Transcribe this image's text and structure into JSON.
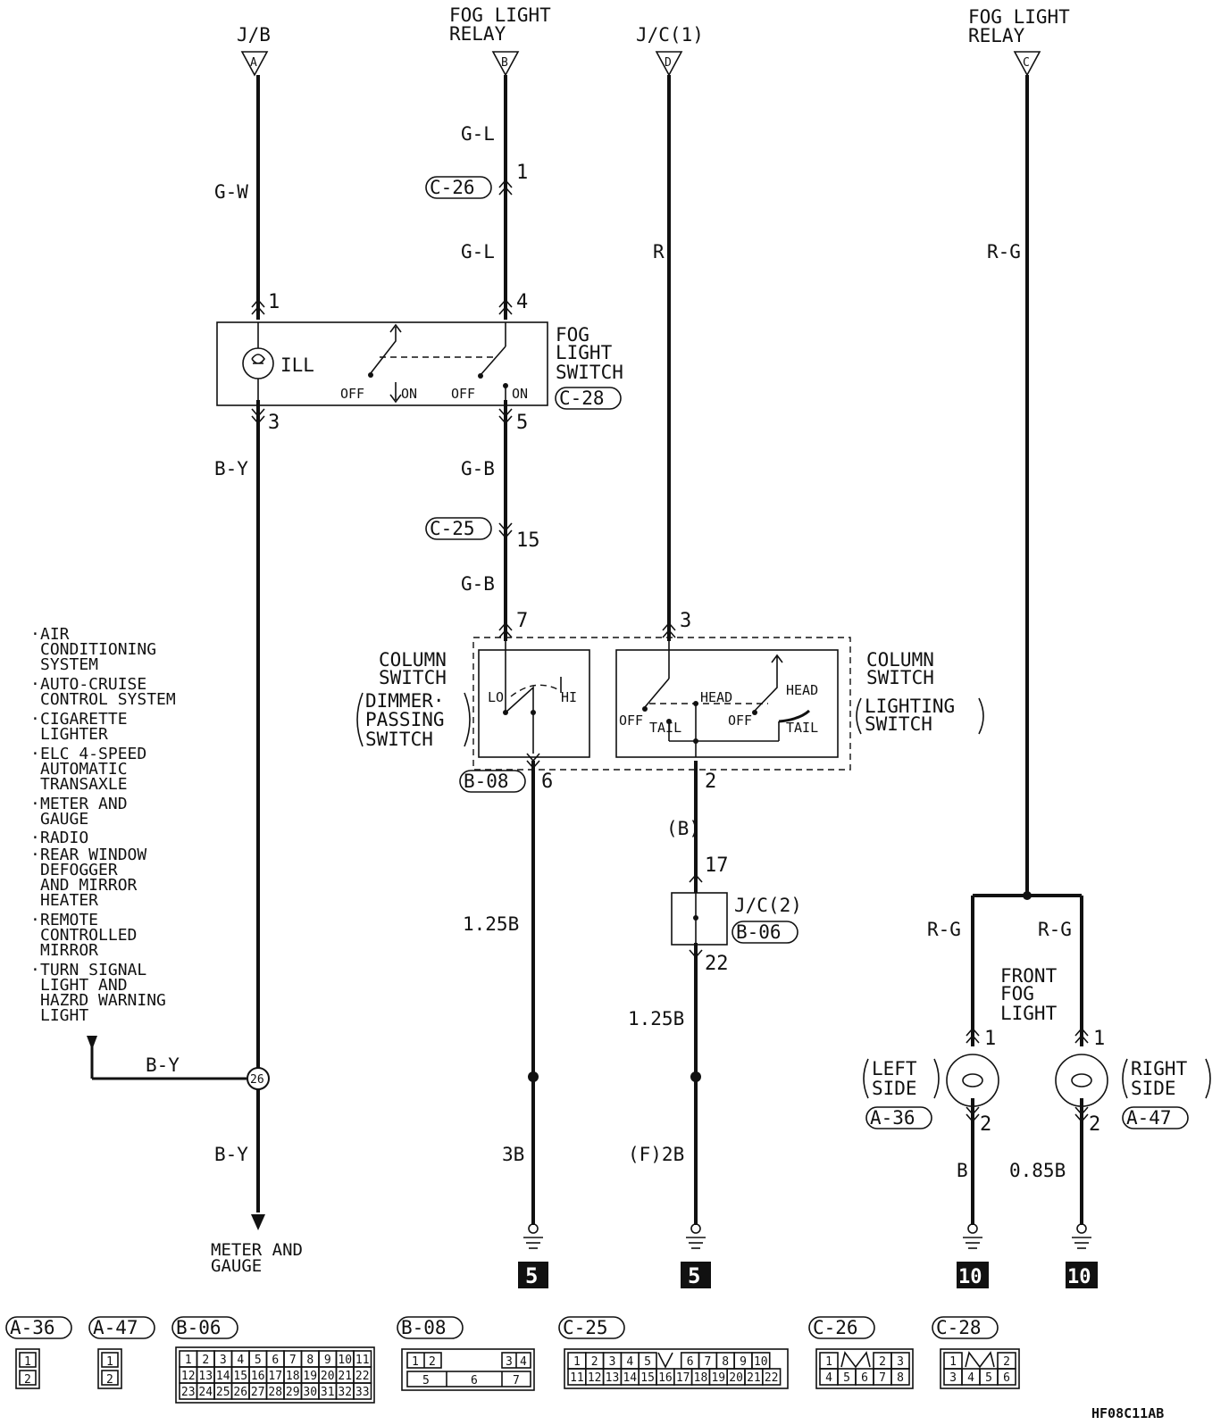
{
  "terminals": [
    {
      "label": "J/B",
      "letter": "A"
    },
    {
      "label1": "FOG LIGHT",
      "label2": "RELAY",
      "letter": "B"
    },
    {
      "label": "J/C(1)",
      "letter": "D"
    },
    {
      "label1": "FOG LIGHT",
      "label2": "RELAY",
      "letter": "C"
    }
  ],
  "wires": {
    "gw": "G-W",
    "gl1": "G-L",
    "gl2": "G-L",
    "r": "R",
    "rg": "R-G",
    "by1": "B-Y",
    "gb1": "G-B",
    "gb2": "G-B",
    "b_paren": "(B)",
    "b125a": "1.25B",
    "b125b": "1.25B",
    "b3": "3B",
    "f2b": "(F)2B",
    "by2": "B-Y",
    "by3": "B-Y",
    "rg_left": "R-G",
    "rg_right": "R-G",
    "b_left": "B",
    "b085": "0.85B"
  },
  "connectors": {
    "c26": "C-26",
    "c28": "C-28",
    "c25": "C-25",
    "b08": "B-08",
    "b06": "B-06",
    "a36": "A-36",
    "a47": "A-47"
  },
  "pins": {
    "p1a": "1",
    "p1b": "1",
    "p4": "4",
    "p3a": "3",
    "p5": "5",
    "p15": "15",
    "p7": "7",
    "p3b": "3",
    "p6": "6",
    "p2": "2",
    "p17": "17",
    "p22": "22",
    "p1c": "1",
    "p1d": "1",
    "p2c": "2",
    "p2d": "2",
    "p26": "26"
  },
  "fog_switch": {
    "title1": "FOG",
    "title2": "LIGHT",
    "title3": "SWITCH",
    "ill": "ILL",
    "off1": "OFF",
    "on1": "ON",
    "off2": "OFF",
    "on2": "ON"
  },
  "column_switch_left": {
    "l1": "COLUMN",
    "l2": "SWITCH",
    "l3": "DIMMER·",
    "l4": "PASSING",
    "l5": "SWITCH",
    "lo": "LO",
    "hi": "HI"
  },
  "column_switch_right": {
    "l1": "COLUMN",
    "l2": "SWITCH",
    "l3": "LIGHTING",
    "l4": "SWITCH",
    "off1": "OFF",
    "tail1": "TAIL",
    "head1": "HEAD",
    "off2": "OFF",
    "head2": "HEAD",
    "tail2": "TAIL"
  },
  "jc2": {
    "label": "J/C(2)"
  },
  "front_fog": {
    "l1": "FRONT",
    "l2": "FOG",
    "l3": "LIGHT",
    "left1": "LEFT",
    "left2": "SIDE",
    "right1": "RIGHT",
    "right2": "SIDE"
  },
  "systems": [
    [
      "AIR",
      "CONDITIONING",
      "SYSTEM"
    ],
    [
      "AUTO-CRUISE",
      "CONTROL SYSTEM"
    ],
    [
      "CIGARETTE",
      "LIGHTER"
    ],
    [
      "ELC 4-SPEED",
      "AUTOMATIC",
      "TRANSAXLE"
    ],
    [
      "METER AND",
      "GAUGE"
    ],
    [
      "RADIO"
    ],
    [
      "REAR WINDOW",
      "DEFOGGER",
      "AND MIRROR",
      "HEATER"
    ],
    [
      "REMOTE",
      "CONTROLLED",
      "MIRROR"
    ],
    [
      "TURN SIGNAL",
      "LIGHT AND",
      "HAZRD WARNING",
      "LIGHT"
    ]
  ],
  "meter": {
    "l1": "METER AND",
    "l2": "GAUGE"
  },
  "grounds": [
    "5",
    "5",
    "10",
    "10"
  ],
  "legend": {
    "a36": "A-36",
    "a47": "A-47",
    "b06": "B-06",
    "b08": "B-08",
    "c25": "C-25",
    "c26": "C-26",
    "c28": "C-28",
    "a36_pins": [
      "1",
      "2"
    ],
    "a47_pins": [
      "1",
      "2"
    ],
    "b06_pins": [
      "1",
      "2",
      "3",
      "4",
      "5",
      "6",
      "7",
      "8",
      "9",
      "10",
      "11",
      "12",
      "13",
      "14",
      "15",
      "16",
      "17",
      "18",
      "19",
      "20",
      "21",
      "22",
      "23",
      "24",
      "25",
      "26",
      "27",
      "28",
      "29",
      "30",
      "31",
      "32",
      "33"
    ],
    "b08_pins": [
      "1",
      "2",
      "3",
      "4",
      "5",
      "6",
      "7"
    ],
    "c25_pins": [
      "1",
      "2",
      "3",
      "4",
      "5",
      "6",
      "7",
      "8",
      "9",
      "10",
      "11",
      "12",
      "13",
      "14",
      "15",
      "16",
      "17",
      "18",
      "19",
      "20",
      "21",
      "22"
    ],
    "c26_pins": [
      "1",
      "2",
      "3",
      "4",
      "5",
      "6",
      "7",
      "8"
    ],
    "c28_pins": [
      "1",
      "2",
      "3",
      "4",
      "5",
      "6"
    ]
  },
  "code": "HF08C11AB"
}
